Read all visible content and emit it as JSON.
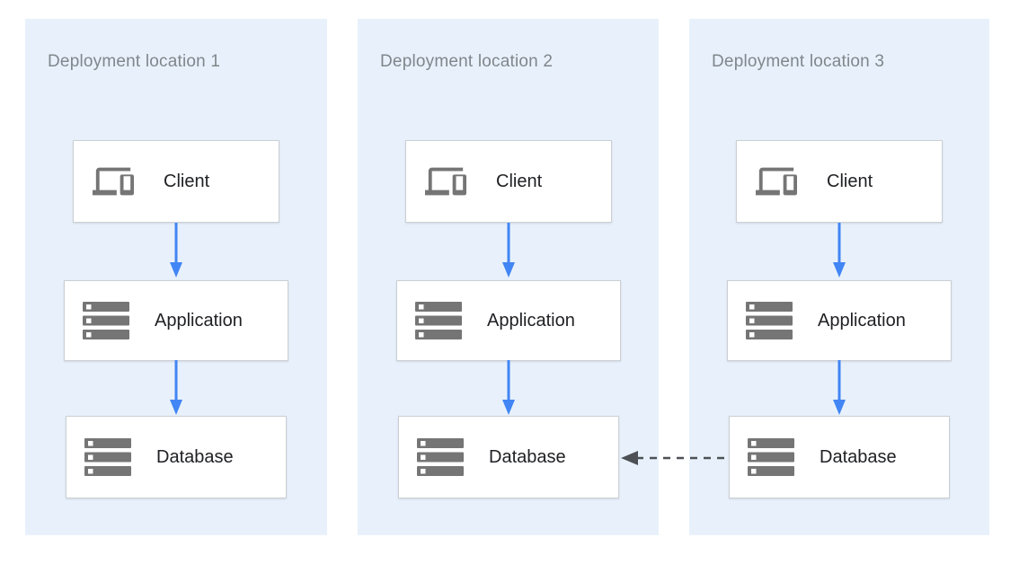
{
  "panels": [
    {
      "title": "Deployment location 1",
      "boxes": [
        {
          "label": "Client",
          "icon": "devices-icon"
        },
        {
          "label": "Application",
          "icon": "server-stack-icon"
        },
        {
          "label": "Database",
          "icon": "server-stack-icon"
        }
      ]
    },
    {
      "title": "Deployment location 2",
      "boxes": [
        {
          "label": "Client",
          "icon": "devices-icon"
        },
        {
          "label": "Application",
          "icon": "server-stack-icon"
        },
        {
          "label": "Database",
          "icon": "server-stack-icon"
        }
      ]
    },
    {
      "title": "Deployment location 3",
      "boxes": [
        {
          "label": "Client",
          "icon": "devices-icon"
        },
        {
          "label": "Application",
          "icon": "server-stack-icon"
        },
        {
          "label": "Database",
          "icon": "server-stack-icon"
        }
      ]
    }
  ],
  "arrows": {
    "vertical_flow": "Client to Application to Database (solid blue, each location)",
    "replication": "Database location 3 to Database location 2 (dashed gray, leftward)"
  },
  "colors": {
    "panel_bg": "#E8F1FB",
    "panel_title": "#80868B",
    "box_border": "#CBCFD4",
    "box_label": "#202124",
    "icon_gray": "#757575",
    "arrow_blue": "#4285F4",
    "arrow_dashed_gray": "#4D5156"
  }
}
